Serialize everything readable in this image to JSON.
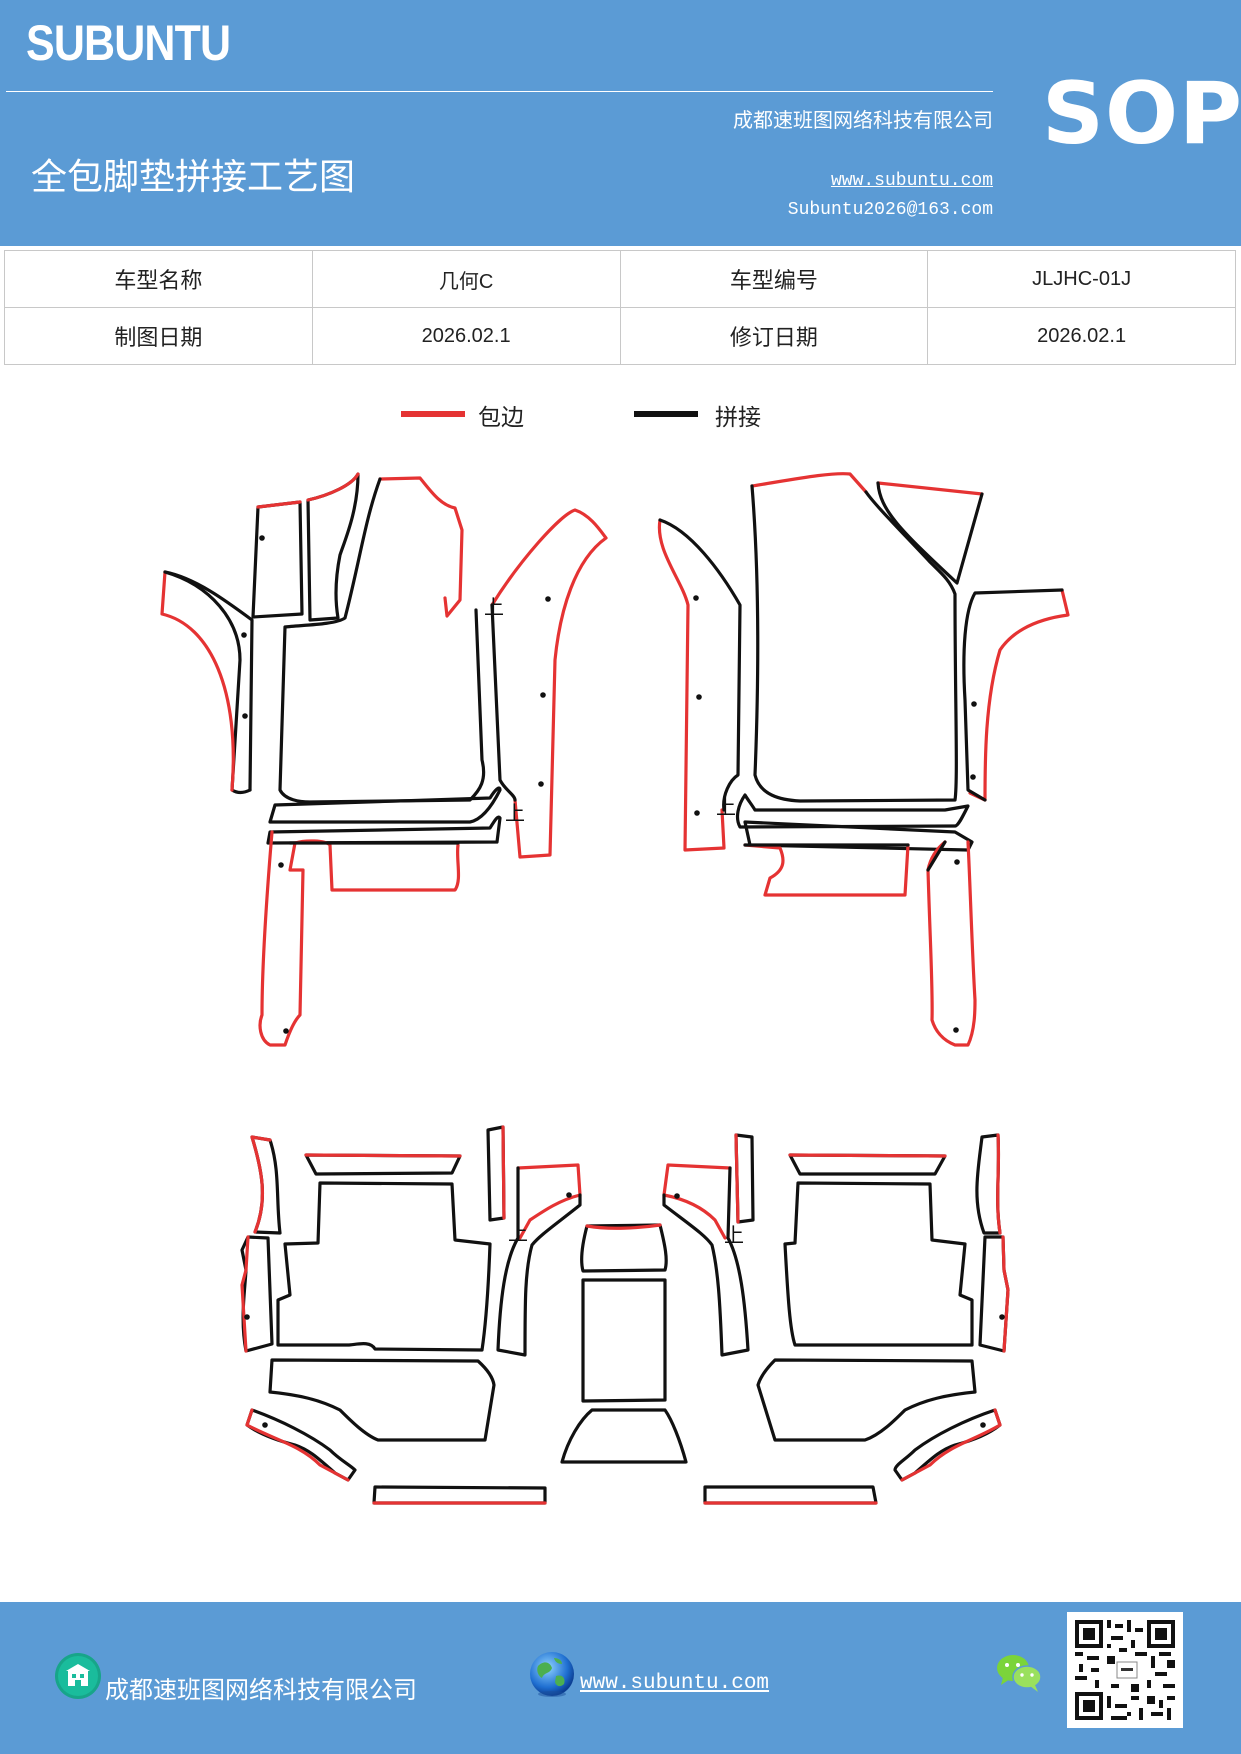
{
  "header": {
    "logo": "SUBUNTU",
    "company": "成都速班图网络科技有限公司",
    "title": "全包脚垫拼接工艺图",
    "website": "www.subuntu.com",
    "email": "Subuntu2026@163.com",
    "badge": "SOP",
    "background": "#5b9bd5"
  },
  "info_table": {
    "rows": [
      {
        "label1": "车型名称",
        "value1": "几何C",
        "label2": "车型编号",
        "value2": "JLJHC-01J"
      },
      {
        "label1": "制图日期",
        "value1": "2026.02.1",
        "label2": "修订日期",
        "value2": "2026.02.1"
      }
    ]
  },
  "legend": {
    "items": [
      {
        "label": "包边",
        "color": "#e53333"
      },
      {
        "label": "拼接",
        "color": "#111111"
      }
    ]
  },
  "drawing": {
    "marker": "上",
    "edge_color": "#e53333",
    "seam_color": "#111111"
  },
  "footer": {
    "company": "成都速班图网络科技有限公司",
    "website": "www.subuntu.com",
    "icons": [
      "building-icon",
      "globe-icon",
      "wechat-icon",
      "qr-code"
    ]
  }
}
